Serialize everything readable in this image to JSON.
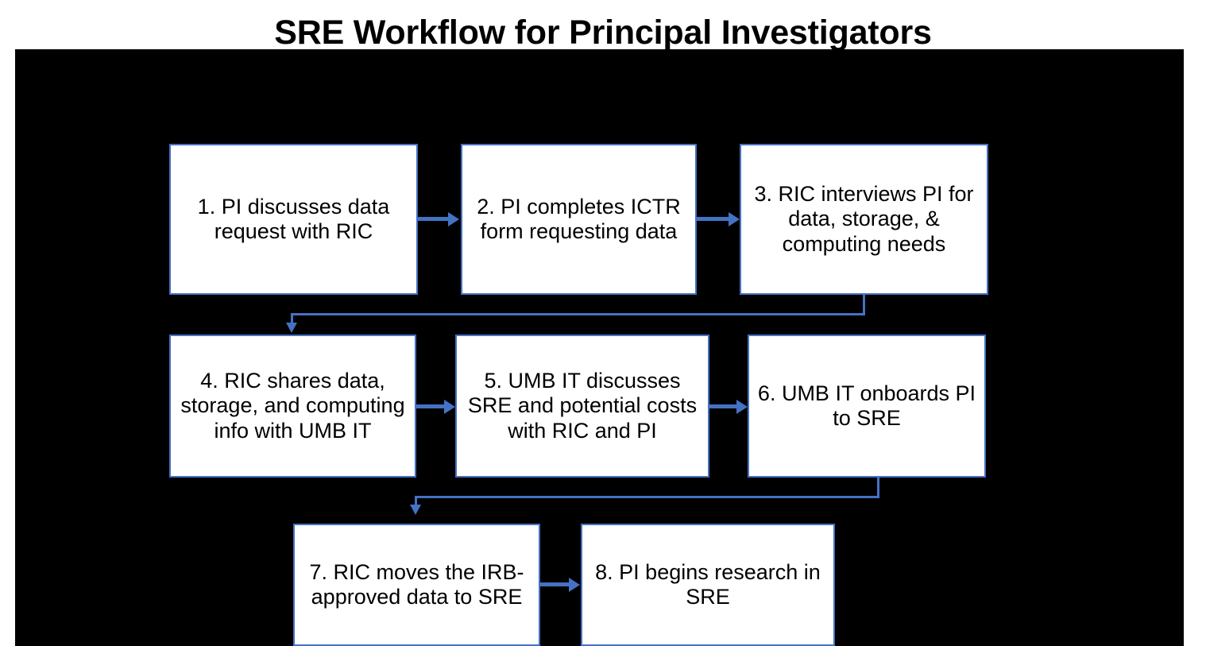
{
  "slide": {
    "title": "SRE Workflow for Principal Investigators",
    "background_color": "#000000",
    "page_background_color": "#ffffff"
  },
  "theme": {
    "accent_color": "#4472c4",
    "node_fill": "#ffffff",
    "node_border": "#4472c4",
    "node_text_color": "#000000",
    "title_text_color": "#000000"
  },
  "flowchart": {
    "nodes": [
      {
        "id": "step-1",
        "number": "1",
        "label": "1. PI discusses data request with RIC"
      },
      {
        "id": "step-2",
        "number": "2",
        "label": "2. PI completes ICTR form requesting data"
      },
      {
        "id": "step-3",
        "number": "3",
        "label": "3. RIC interviews PI for data, storage, & computing needs"
      },
      {
        "id": "step-4",
        "number": "4",
        "label": "4. RIC shares data, storage, and computing info with UMB IT"
      },
      {
        "id": "step-5",
        "number": "5",
        "label": "5. UMB IT discusses SRE and potential costs with RIC and PI"
      },
      {
        "id": "step-6",
        "number": "6",
        "label": "6. UMB IT onboards PI to SRE"
      },
      {
        "id": "step-7",
        "number": "7",
        "label": "7. RIC moves the IRB-approved data to SRE"
      },
      {
        "id": "step-8",
        "number": "8",
        "label": "8. PI begins research in SRE"
      }
    ],
    "connectors": [
      {
        "from": "step-1",
        "to": "step-2",
        "style": "straight-right"
      },
      {
        "from": "step-2",
        "to": "step-3",
        "style": "straight-right"
      },
      {
        "from": "step-3",
        "to": "step-4",
        "style": "elbow-down-left"
      },
      {
        "from": "step-4",
        "to": "step-5",
        "style": "straight-right"
      },
      {
        "from": "step-5",
        "to": "step-6",
        "style": "straight-right"
      },
      {
        "from": "step-6",
        "to": "step-7",
        "style": "elbow-down-left"
      },
      {
        "from": "step-7",
        "to": "step-8",
        "style": "straight-right"
      }
    ]
  }
}
